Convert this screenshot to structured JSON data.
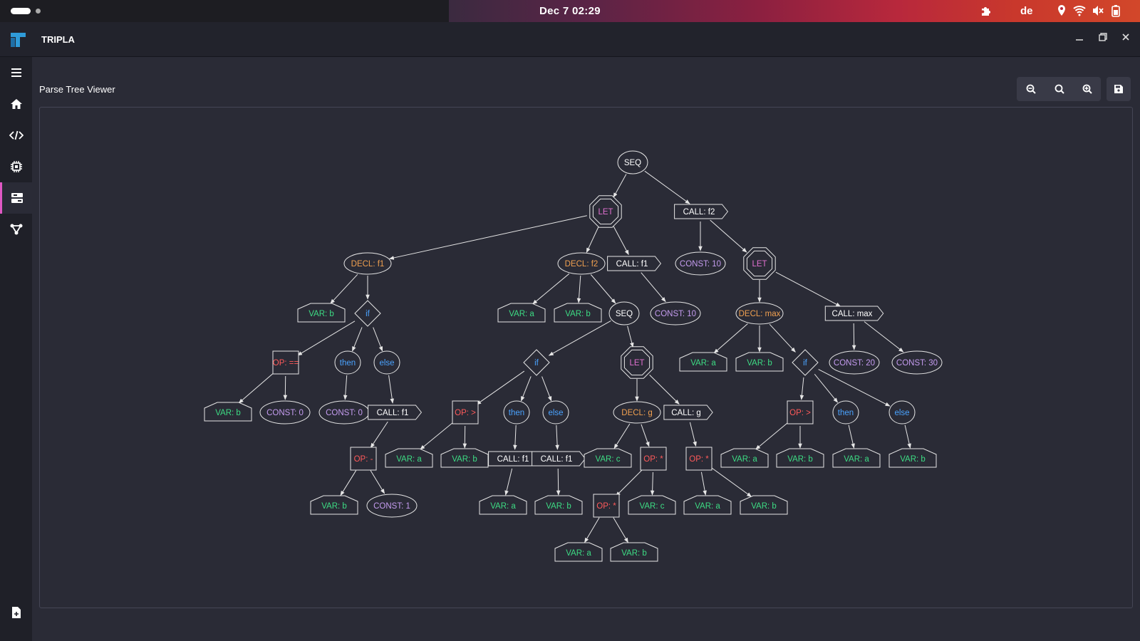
{
  "topbar": {
    "clock": "Dec 7  02:29",
    "lang": "de"
  },
  "app": {
    "title": "TRIPLA"
  },
  "window": {
    "minimize": "—",
    "maximize": "❐",
    "close": "✕"
  },
  "sidebar": {
    "items": [
      "menu",
      "home",
      "code",
      "processor",
      "parse-tree",
      "graph",
      "export"
    ]
  },
  "viewer": {
    "title": "Parse Tree Viewer"
  },
  "colors": {
    "op": "#ff5a5a",
    "var": "#3ddc84",
    "const": "#c59cf0",
    "decl": "#f0a050",
    "let": "#e070d0",
    "kw": "#4aa3ff",
    "call": "#ffffff",
    "line": "#e6e6e6"
  },
  "tree": {
    "nodes": [
      {
        "id": "n1",
        "label": "SEQ",
        "type": "seq"
      },
      {
        "id": "n2",
        "label": "LET",
        "type": "let"
      },
      {
        "id": "n3",
        "label": "CALL: f2",
        "type": "call"
      },
      {
        "id": "n4",
        "label": "DECL: f1",
        "type": "decl"
      },
      {
        "id": "n5",
        "label": "DECL: f2",
        "type": "decl"
      },
      {
        "id": "n6",
        "label": "CALL: f1",
        "type": "call"
      },
      {
        "id": "n7",
        "label": "CONST: 10",
        "type": "const"
      },
      {
        "id": "n8",
        "label": "LET",
        "type": "let"
      },
      {
        "id": "n9",
        "label": "VAR: b",
        "type": "var"
      },
      {
        "id": "n10",
        "label": "if",
        "type": "if"
      },
      {
        "id": "n11",
        "label": "VAR: a",
        "type": "var"
      },
      {
        "id": "n12",
        "label": "VAR: b",
        "type": "var"
      },
      {
        "id": "n13",
        "label": "SEQ",
        "type": "seq"
      },
      {
        "id": "n14",
        "label": "CONST: 10",
        "type": "const"
      },
      {
        "id": "n15",
        "label": "DECL: max",
        "type": "decl"
      },
      {
        "id": "n16",
        "label": "CALL: max",
        "type": "call"
      },
      {
        "id": "n17",
        "label": "OP: ==",
        "type": "op"
      },
      {
        "id": "n18",
        "label": "then",
        "type": "kw"
      },
      {
        "id": "n19",
        "label": "else",
        "type": "kw"
      },
      {
        "id": "n20",
        "label": "if",
        "type": "if"
      },
      {
        "id": "n21",
        "label": "LET",
        "type": "let"
      },
      {
        "id": "n22",
        "label": "VAR: a",
        "type": "var"
      },
      {
        "id": "n23",
        "label": "VAR: b",
        "type": "var"
      },
      {
        "id": "n24",
        "label": "if",
        "type": "if"
      },
      {
        "id": "n25",
        "label": "CONST: 20",
        "type": "const"
      },
      {
        "id": "n26",
        "label": "CONST: 30",
        "type": "const"
      },
      {
        "id": "n27",
        "label": "VAR: b",
        "type": "var"
      },
      {
        "id": "n28",
        "label": "CONST: 0",
        "type": "const"
      },
      {
        "id": "n29",
        "label": "CONST: 0",
        "type": "const"
      },
      {
        "id": "n30",
        "label": "CALL: f1",
        "type": "call"
      },
      {
        "id": "n31",
        "label": "OP: >",
        "type": "op"
      },
      {
        "id": "n32",
        "label": "then",
        "type": "kw"
      },
      {
        "id": "n33",
        "label": "else",
        "type": "kw"
      },
      {
        "id": "n34",
        "label": "DECL: g",
        "type": "decl"
      },
      {
        "id": "n35",
        "label": "CALL: g",
        "type": "call"
      },
      {
        "id": "n36",
        "label": "OP: >",
        "type": "op"
      },
      {
        "id": "n37",
        "label": "then",
        "type": "kw"
      },
      {
        "id": "n38",
        "label": "else",
        "type": "kw"
      },
      {
        "id": "n39",
        "label": "OP: -",
        "type": "op"
      },
      {
        "id": "n40",
        "label": "VAR: a",
        "type": "var"
      },
      {
        "id": "n41",
        "label": "VAR: b",
        "type": "var"
      },
      {
        "id": "n42",
        "label": "CALL: f1",
        "type": "call"
      },
      {
        "id": "n43",
        "label": "CALL: f1",
        "type": "call"
      },
      {
        "id": "n44",
        "label": "VAR: c",
        "type": "var"
      },
      {
        "id": "n45",
        "label": "OP: *",
        "type": "op"
      },
      {
        "id": "n46",
        "label": "OP: *",
        "type": "op"
      },
      {
        "id": "n47",
        "label": "VAR: a",
        "type": "var"
      },
      {
        "id": "n48",
        "label": "VAR: b",
        "type": "var"
      },
      {
        "id": "n49",
        "label": "VAR: a",
        "type": "var"
      },
      {
        "id": "n50",
        "label": "VAR: b",
        "type": "var"
      },
      {
        "id": "n51",
        "label": "VAR: b",
        "type": "var"
      },
      {
        "id": "n52",
        "label": "CONST: 1",
        "type": "const"
      },
      {
        "id": "n53",
        "label": "VAR: a",
        "type": "var"
      },
      {
        "id": "n54",
        "label": "VAR: b",
        "type": "var"
      },
      {
        "id": "n55",
        "label": "OP: *",
        "type": "op"
      },
      {
        "id": "n56",
        "label": "VAR: c",
        "type": "var"
      },
      {
        "id": "n57",
        "label": "VAR: a",
        "type": "var"
      },
      {
        "id": "n58",
        "label": "VAR: b",
        "type": "var"
      },
      {
        "id": "n59",
        "label": "VAR: a",
        "type": "var"
      },
      {
        "id": "n60",
        "label": "VAR: b",
        "type": "var"
      }
    ],
    "edges": [
      [
        "n1",
        "n2"
      ],
      [
        "n1",
        "n3"
      ],
      [
        "n2",
        "n4"
      ],
      [
        "n2",
        "n5"
      ],
      [
        "n2",
        "n6"
      ],
      [
        "n3",
        "n7"
      ],
      [
        "n3",
        "n8"
      ],
      [
        "n4",
        "n9"
      ],
      [
        "n4",
        "n10"
      ],
      [
        "n5",
        "n11"
      ],
      [
        "n5",
        "n12"
      ],
      [
        "n5",
        "n13"
      ],
      [
        "n6",
        "n14"
      ],
      [
        "n8",
        "n15"
      ],
      [
        "n8",
        "n16"
      ],
      [
        "n10",
        "n17"
      ],
      [
        "n10",
        "n18"
      ],
      [
        "n10",
        "n19"
      ],
      [
        "n13",
        "n20"
      ],
      [
        "n13",
        "n21"
      ],
      [
        "n15",
        "n22"
      ],
      [
        "n15",
        "n23"
      ],
      [
        "n15",
        "n24"
      ],
      [
        "n16",
        "n25"
      ],
      [
        "n16",
        "n26"
      ],
      [
        "n17",
        "n27"
      ],
      [
        "n17",
        "n28"
      ],
      [
        "n18",
        "n29"
      ],
      [
        "n19",
        "n30"
      ],
      [
        "n20",
        "n31"
      ],
      [
        "n20",
        "n32"
      ],
      [
        "n20",
        "n33"
      ],
      [
        "n21",
        "n34"
      ],
      [
        "n21",
        "n35"
      ],
      [
        "n24",
        "n36"
      ],
      [
        "n24",
        "n37"
      ],
      [
        "n24",
        "n38"
      ],
      [
        "n30",
        "n39"
      ],
      [
        "n31",
        "n40"
      ],
      [
        "n31",
        "n41"
      ],
      [
        "n32",
        "n42"
      ],
      [
        "n33",
        "n43"
      ],
      [
        "n34",
        "n44"
      ],
      [
        "n34",
        "n45"
      ],
      [
        "n35",
        "n46"
      ],
      [
        "n36",
        "n47"
      ],
      [
        "n36",
        "n48"
      ],
      [
        "n37",
        "n49"
      ],
      [
        "n38",
        "n50"
      ],
      [
        "n39",
        "n51"
      ],
      [
        "n39",
        "n52"
      ],
      [
        "n42",
        "n53"
      ],
      [
        "n43",
        "n54"
      ],
      [
        "n45",
        "n55"
      ],
      [
        "n45",
        "n56"
      ],
      [
        "n46",
        "n57"
      ],
      [
        "n46",
        "n58"
      ],
      [
        "n55",
        "n59"
      ],
      [
        "n55",
        "n60"
      ]
    ]
  }
}
